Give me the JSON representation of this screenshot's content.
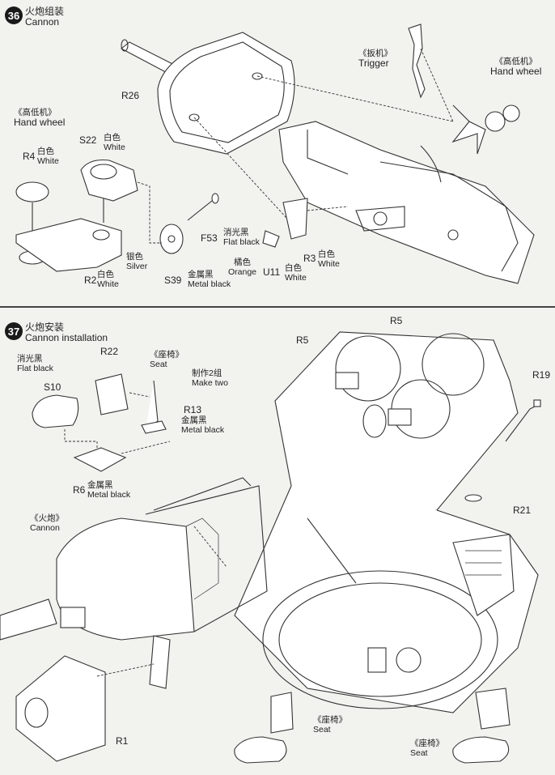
{
  "step36": {
    "number": "36",
    "title_cn": "火炮组装",
    "title_en": "Cannon",
    "labels": {
      "r26": "R26",
      "trigger_cn": "《扳机》",
      "trigger_en": "Trigger",
      "handwheel_right_cn": "《高低机》",
      "handwheel_right_en": "Hand wheel",
      "handwheel_left_cn": "《高低机》",
      "handwheel_left_en": "Hand wheel",
      "r4": "R4",
      "r4_color_cn": "白色",
      "r4_color_en": "White",
      "s22": "S22",
      "s22_color_cn": "白色",
      "s22_color_en": "White",
      "silver_cn": "银色",
      "silver_en": "Silver",
      "r2": "R2",
      "r2_color_cn": "白色",
      "r2_color_en": "White",
      "f53": "F53",
      "f53_color_cn": "消光黑",
      "f53_color_en": "Flat black",
      "s39": "S39",
      "s39_color_cn": "金属黑",
      "s39_color_en": "Metal black",
      "orange_cn": "橘色",
      "orange_en": "Orange",
      "u11": "U11",
      "u11_color_cn": "白色",
      "u11_color_en": "White",
      "r3": "R3",
      "r3_color_cn": "白色",
      "r3_color_en": "White"
    }
  },
  "step37": {
    "number": "37",
    "title_cn": "火炮安装",
    "title_en": "Cannon installation",
    "labels": {
      "flatblack_cn": "消光黑",
      "flatblack_en": "Flat black",
      "r22": "R22",
      "seat_top_cn": "《座椅》",
      "seat_top_en": "Seat",
      "make_two_cn": "制作2组",
      "make_two_en": "Make two",
      "s10": "S10",
      "r13": "R13",
      "r13_color_cn": "金属黑",
      "r13_color_en": "Metal black",
      "r6": "R6",
      "r6_color_cn": "金属黑",
      "r6_color_en": "Metal black",
      "cannon_cn": "《火炮》",
      "cannon_en": "Cannon",
      "r5_left": "R5",
      "r5_right": "R5",
      "r19": "R19",
      "r21": "R21",
      "r1": "R1",
      "seat_mid_cn": "《座椅》",
      "seat_mid_en": "Seat",
      "seat_low_cn": "《座椅》",
      "seat_low_en": "Seat"
    }
  }
}
